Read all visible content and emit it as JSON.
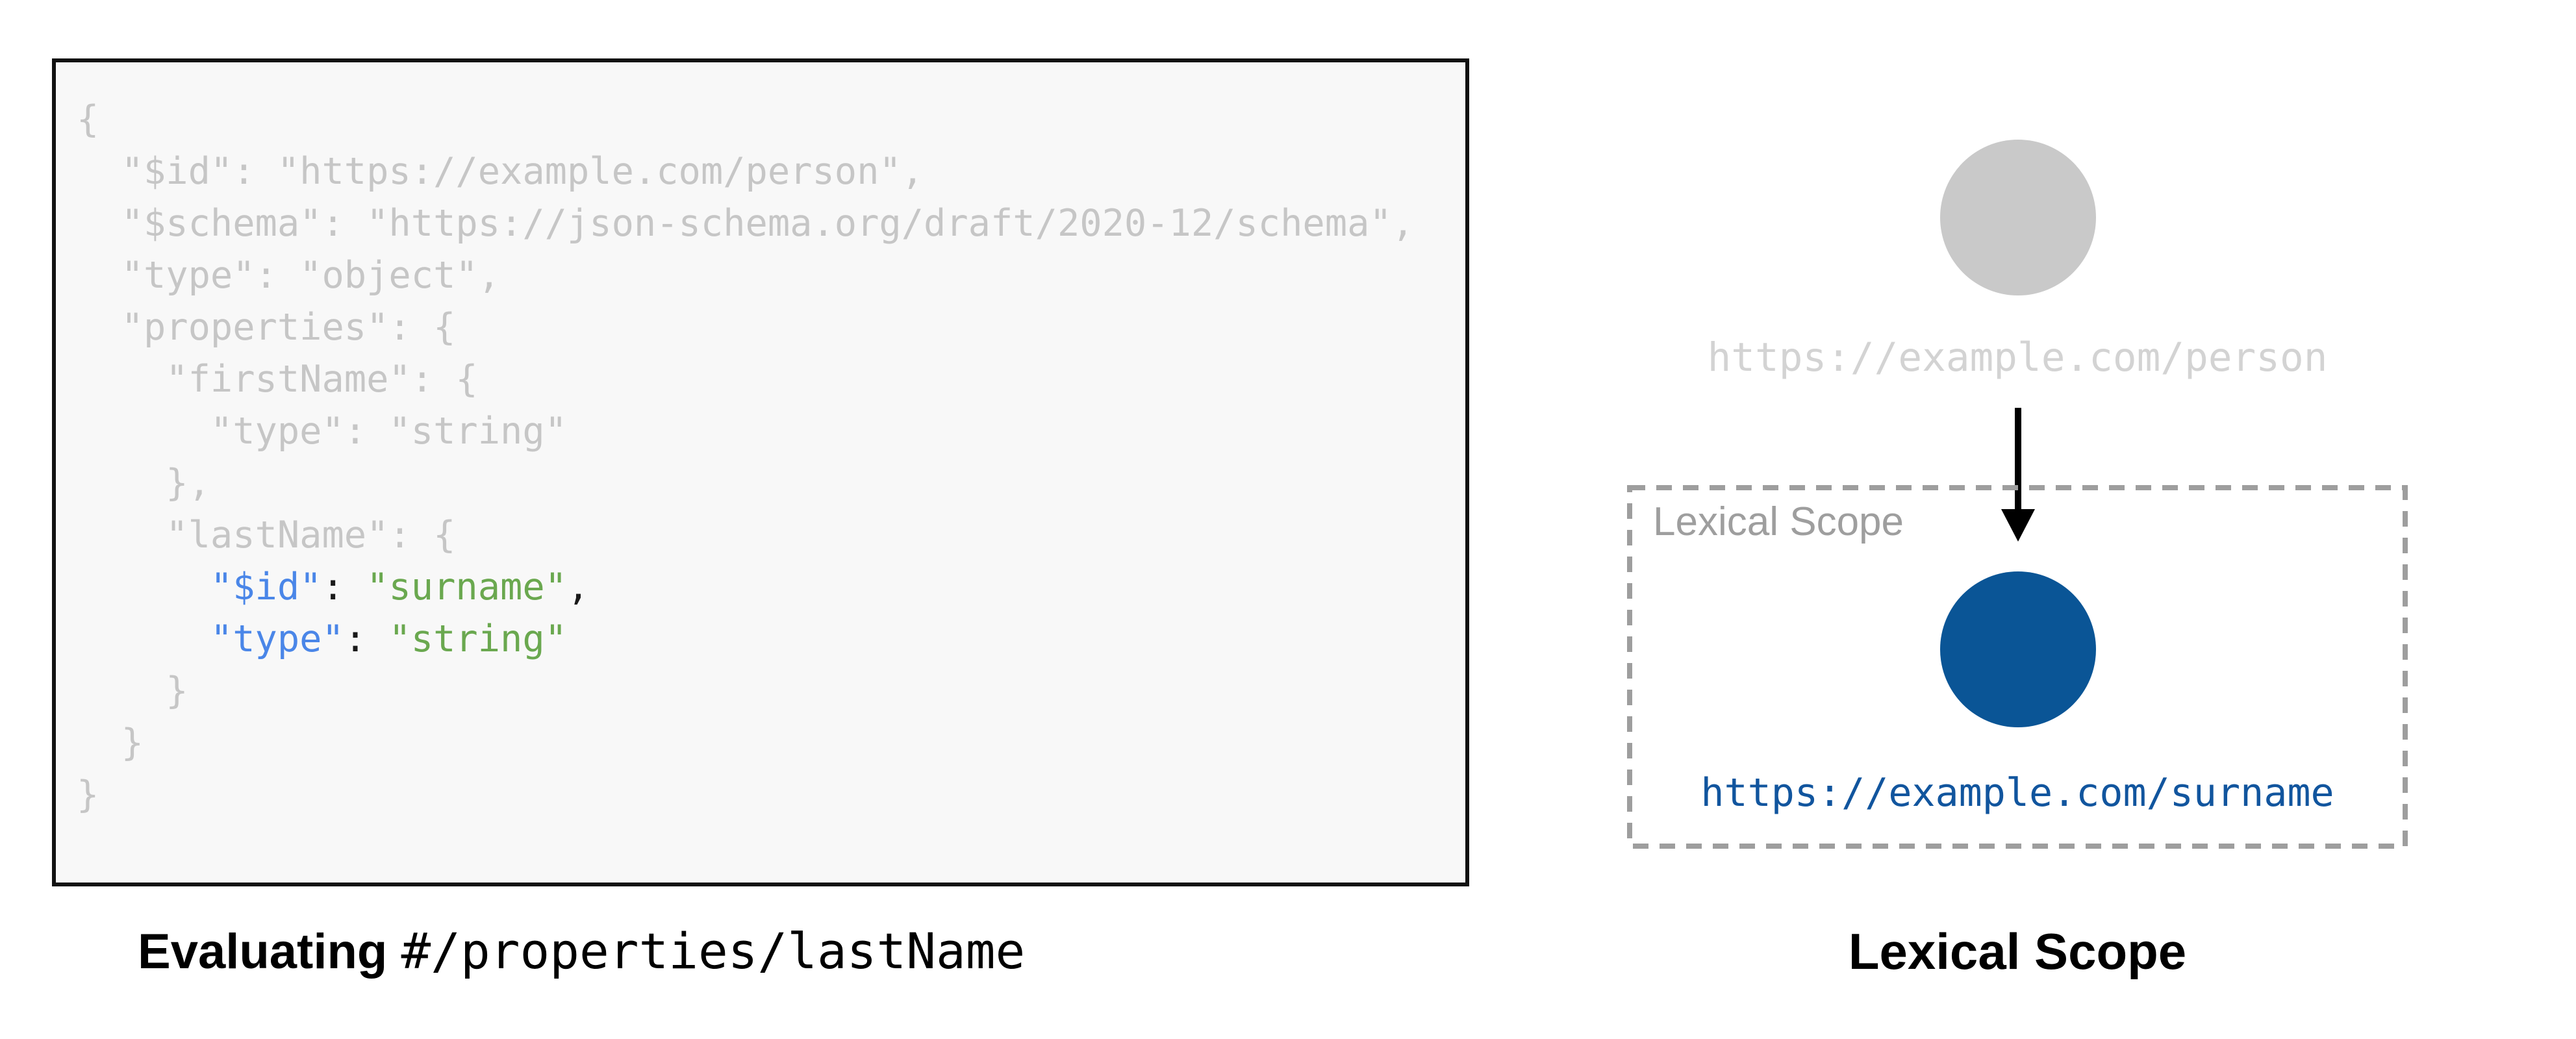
{
  "palette": {
    "panel_bg": "#f8f8f8",
    "panel_border": "#111111",
    "code_gray": "#c6c6c6",
    "token_blue": "#4a86e8",
    "token_green": "#6aa84f",
    "token_dark": "#1a1a1a",
    "parent_circle_gray": "#c9c9c9",
    "parent_label_gray": "#d3d3d3",
    "scope_border_gray": "#9e9e9e",
    "child_circle_blue": "#0a5596",
    "child_label_blue": "#11559e",
    "arrow_black": "#000000"
  },
  "code_panel": {
    "lines": [
      [
        {
          "t": "{",
          "s": "gray"
        }
      ],
      [
        {
          "t": "  \"$id\": \"https://example.com/person\",",
          "s": "gray"
        }
      ],
      [
        {
          "t": "  \"$schema\": \"https://json-schema.org/draft/2020-12/schema\",",
          "s": "gray"
        }
      ],
      [
        {
          "t": "  \"type\": \"object\",",
          "s": "gray"
        }
      ],
      [
        {
          "t": "  \"properties\": {",
          "s": "gray"
        }
      ],
      [
        {
          "t": "    \"firstName\": {",
          "s": "gray"
        }
      ],
      [
        {
          "t": "      \"type\": \"string\"",
          "s": "gray"
        }
      ],
      [
        {
          "t": "    },",
          "s": "gray"
        }
      ],
      [
        {
          "t": "    \"lastName\": {",
          "s": "gray"
        }
      ],
      [
        {
          "t": "      ",
          "s": "gray"
        },
        {
          "t": "\"$id\"",
          "s": "blue"
        },
        {
          "t": ": ",
          "s": "dark"
        },
        {
          "t": "\"surname\"",
          "s": "green"
        },
        {
          "t": ",",
          "s": "dark"
        }
      ],
      [
        {
          "t": "      ",
          "s": "gray"
        },
        {
          "t": "\"type\"",
          "s": "blue"
        },
        {
          "t": ": ",
          "s": "dark"
        },
        {
          "t": "\"string\"",
          "s": "green"
        }
      ],
      [
        {
          "t": "    }",
          "s": "gray"
        }
      ],
      [
        {
          "t": "  }",
          "s": "gray"
        }
      ],
      [
        {
          "t": "}",
          "s": "gray"
        }
      ]
    ]
  },
  "captions": {
    "left_bold": "Evaluating",
    "left_separator": " ",
    "left_mono": "#/properties/lastName",
    "right_title": "Lexical Scope"
  },
  "diagram": {
    "parent_uri": "https://example.com/person",
    "scope_box_label": "Lexical Scope",
    "child_uri": "https://example.com/surname"
  }
}
